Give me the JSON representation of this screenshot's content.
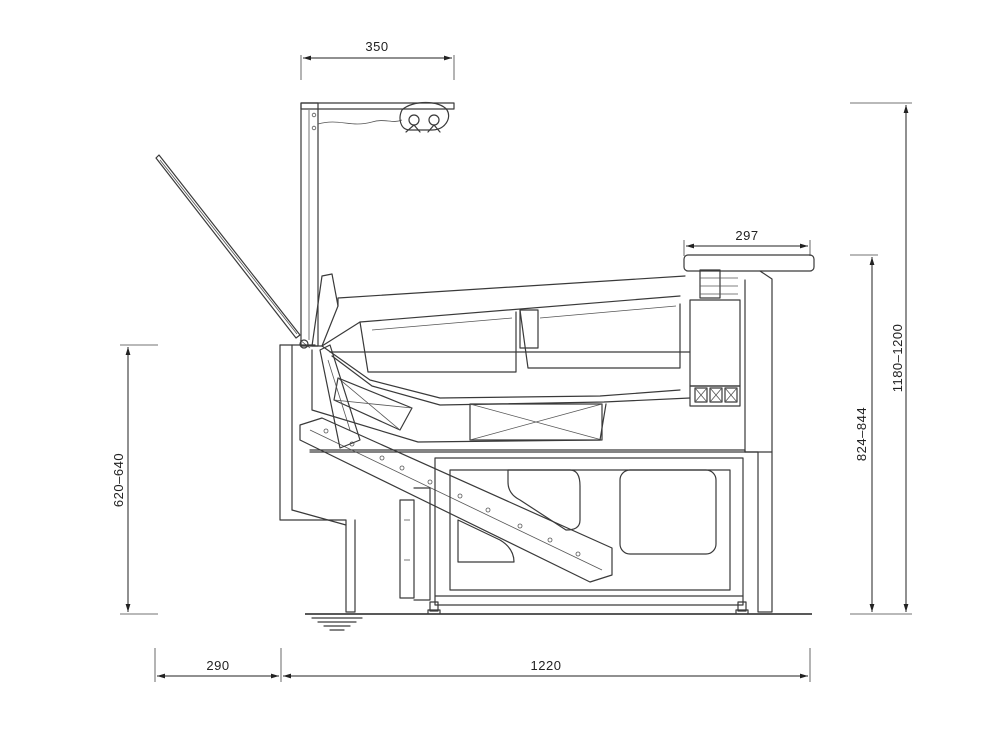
{
  "dimensions": {
    "lamp_arm_width": "350",
    "total_height": "1180–1200",
    "counter_height": "824–844",
    "shelf_depth": "297",
    "base_height": "620–640",
    "front_overhang": "290",
    "total_depth": "1220"
  },
  "colors": {
    "line": "#3a3a3a",
    "background": "#ffffff"
  }
}
